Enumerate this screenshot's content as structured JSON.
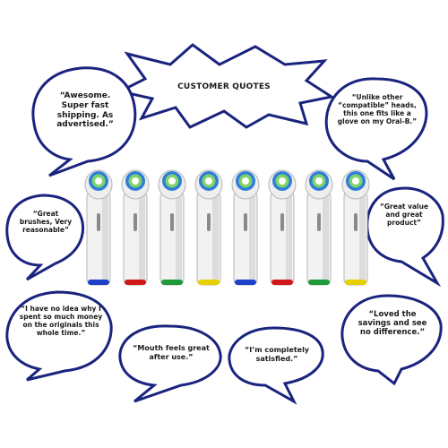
{
  "title": "CUSTOMER QUOTES",
  "quotes": {
    "q1": "“Awesome. Super fast shipping. As advertised.”",
    "q2": "“Unlike other “compatible” heads, this one fits like a glove on my Oral-B.”",
    "q3": "“Great brushes, Very reasonable”",
    "q4": "“Great value and great product”",
    "q5": "“I have no idea why I spent so much money on the originals this whole time.”",
    "q6": "“Mouth feels great after use.”",
    "q7": "“I’m completely satisfied.”",
    "q8": "“Loved the savings and see no difference.”"
  },
  "colors": {
    "outline": "#1a237e",
    "ring_colors": [
      "#1e40c8",
      "#d01818",
      "#1f9a3a",
      "#e8d000",
      "#1e40c8",
      "#d01818",
      "#1f9a3a",
      "#e8d000"
    ]
  }
}
